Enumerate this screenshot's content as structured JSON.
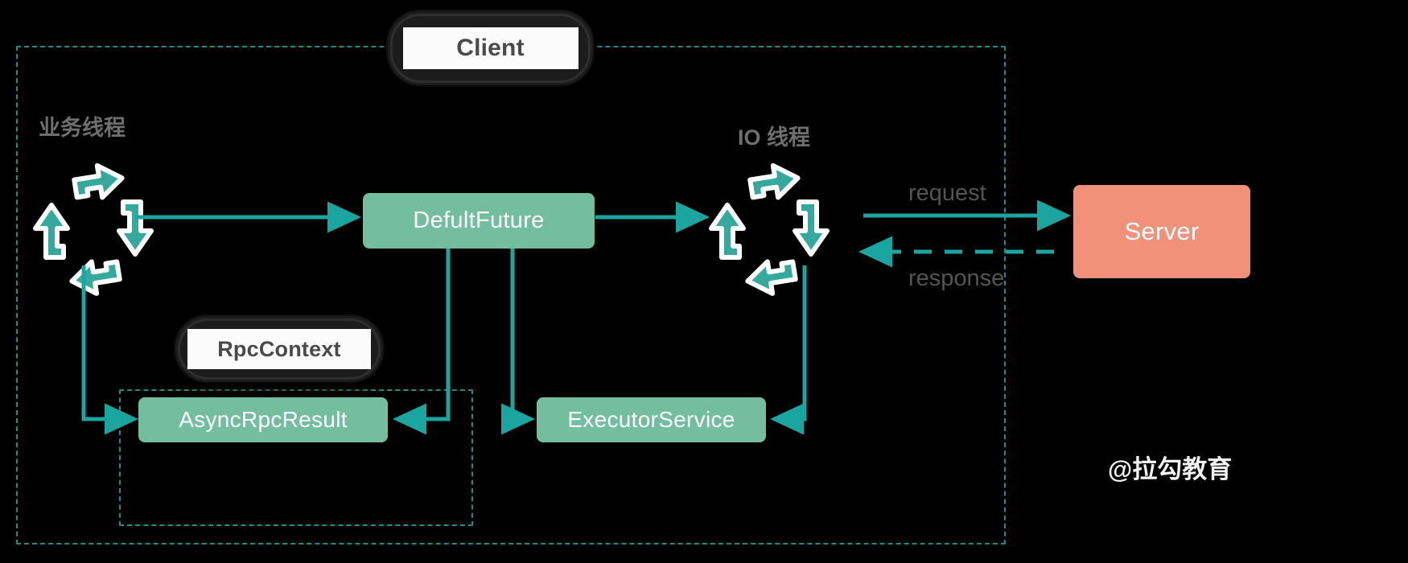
{
  "diagram": {
    "title": "Dubbo async invocation flow",
    "background": "#000000",
    "colors": {
      "teal": "#1AA5A0",
      "dashed_border": "#1F8F86",
      "node_green": "#73BE9E",
      "node_salmon": "#F2917A",
      "caption_gray": "#6F6F6F",
      "label_gray": "#545454",
      "chip_text": "#4A4A4A",
      "chip_bg": "#FBFBFB",
      "chip_plate": "#1C1C1C"
    }
  },
  "regions": {
    "client": {
      "label": "Client"
    },
    "rpc_context": {
      "label": "RpcContext"
    }
  },
  "captions": {
    "business_thread": "业务线程",
    "io_thread": "IO 线程"
  },
  "nodes": {
    "default_future": "DefultFuture",
    "async_rpc_result": "AsyncRpcResult",
    "executor_service": "ExecutorService",
    "server": "Server"
  },
  "edges": {
    "request": "request",
    "response": "response"
  },
  "watermark": "@拉勾教育",
  "icons": {
    "business_thread_cycle": "circular-arrows-icon",
    "io_thread_cycle": "circular-arrows-icon"
  }
}
